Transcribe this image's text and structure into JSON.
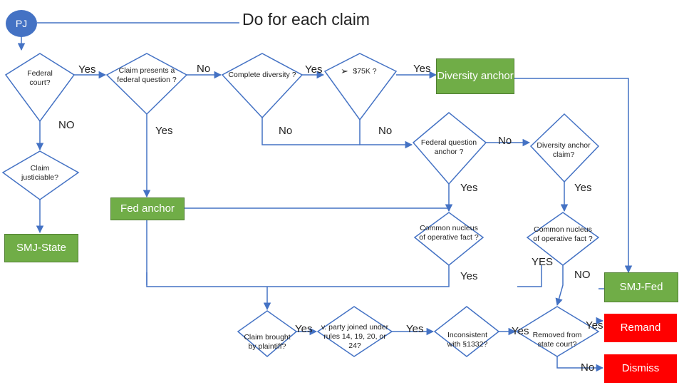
{
  "title": "Do for each claim",
  "start": "PJ",
  "decisions": {
    "federal_court": "Federal court?",
    "federal_question": "Claim presents a federal question ?",
    "complete_diversity": "Complete diversity ?",
    "amount": "$75K ?",
    "claim_justiciable": "Claim justiciable?",
    "fq_anchor": "Federal question anchor ?",
    "diversity_anchor_claim": "Diversity anchor claim?",
    "common_nucleus_1": "Common nucleus of operative fact ?",
    "common_nucleus_2": "Common nucleus of operative fact ?",
    "claim_by_plaintiff": "Claim brought by plaintiff?",
    "party_joined": "v. party joined under rules 14, 19, 20, or 24?",
    "inconsistent": "Inconsistent with §1332?",
    "removed": "Removed from state court?"
  },
  "outcomes": {
    "diversity_anchor": "Diversity anchor",
    "fed_anchor": "Fed anchor",
    "smj_state": "SMJ-State",
    "smj_fed": "SMJ-Fed",
    "remand": "Remand",
    "dismiss": "Dismiss"
  },
  "edge_labels": {
    "yes_1": "Yes",
    "no_1": "NO",
    "no_2": "No",
    "yes_2": "Yes",
    "yes_3": "Yes",
    "no_3": "No",
    "yes_4": "Yes",
    "no_4": "No",
    "no_5": "No",
    "yes_5": "Yes",
    "yes_6": "Yes",
    "yes_7": "Yes",
    "yes_8": "YES",
    "no_6": "NO",
    "yes_9": "Yes",
    "yes_10": "Yes",
    "yes_11": "Yes",
    "yes_12": "Yes",
    "no_7": "No"
  },
  "bullet": "➢",
  "colors": {
    "line": "#4472c4",
    "green": "#70ad47",
    "red": "#ff0000",
    "circle": "#4472c4"
  }
}
